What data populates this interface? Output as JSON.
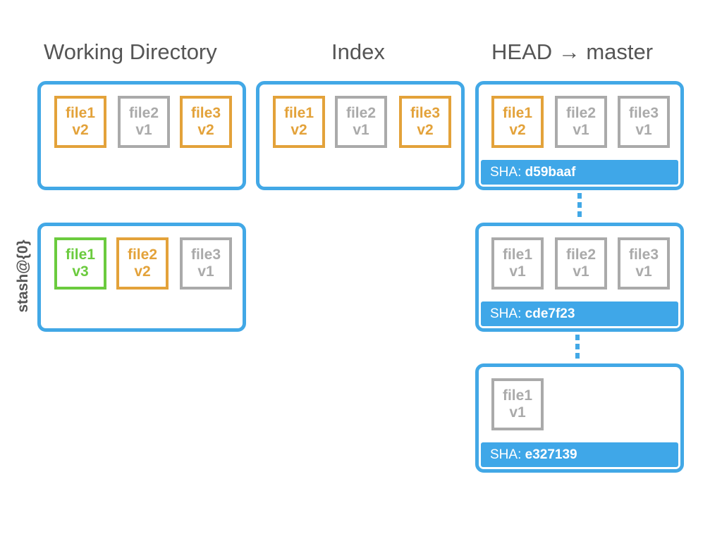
{
  "headings": {
    "working_directory": "Working Directory",
    "index": "Index",
    "head": "HEAD → master"
  },
  "stash_label": "stash@{0}",
  "sha_prefix": "SHA:",
  "working_directory": {
    "files": [
      {
        "name": "file1",
        "version": "v2",
        "state": "modified"
      },
      {
        "name": "file2",
        "version": "v1",
        "state": "unchanged"
      },
      {
        "name": "file3",
        "version": "v2",
        "state": "modified"
      }
    ]
  },
  "index": {
    "files": [
      {
        "name": "file1",
        "version": "v2",
        "state": "modified"
      },
      {
        "name": "file2",
        "version": "v1",
        "state": "unchanged"
      },
      {
        "name": "file3",
        "version": "v2",
        "state": "modified"
      }
    ]
  },
  "stash": {
    "files": [
      {
        "name": "file1",
        "version": "v3",
        "state": "new"
      },
      {
        "name": "file2",
        "version": "v2",
        "state": "modified"
      },
      {
        "name": "file3",
        "version": "v1",
        "state": "unchanged"
      }
    ]
  },
  "commits": [
    {
      "sha": "d59baaf",
      "files": [
        {
          "name": "file1",
          "version": "v2",
          "state": "modified"
        },
        {
          "name": "file2",
          "version": "v1",
          "state": "unchanged"
        },
        {
          "name": "file3",
          "version": "v1",
          "state": "unchanged"
        }
      ]
    },
    {
      "sha": "cde7f23",
      "files": [
        {
          "name": "file1",
          "version": "v1",
          "state": "unchanged"
        },
        {
          "name": "file2",
          "version": "v1",
          "state": "unchanged"
        },
        {
          "name": "file3",
          "version": "v1",
          "state": "unchanged"
        }
      ]
    },
    {
      "sha": "e327139",
      "files": [
        {
          "name": "file1",
          "version": "v1",
          "state": "unchanged"
        }
      ]
    }
  ],
  "colors": {
    "border": "#42a8e6",
    "sha_bar": "#3fa7e8",
    "modified": "#e3a23a",
    "new": "#6bcb3e",
    "unchanged": "#aaaaaa",
    "heading": "#555555"
  }
}
